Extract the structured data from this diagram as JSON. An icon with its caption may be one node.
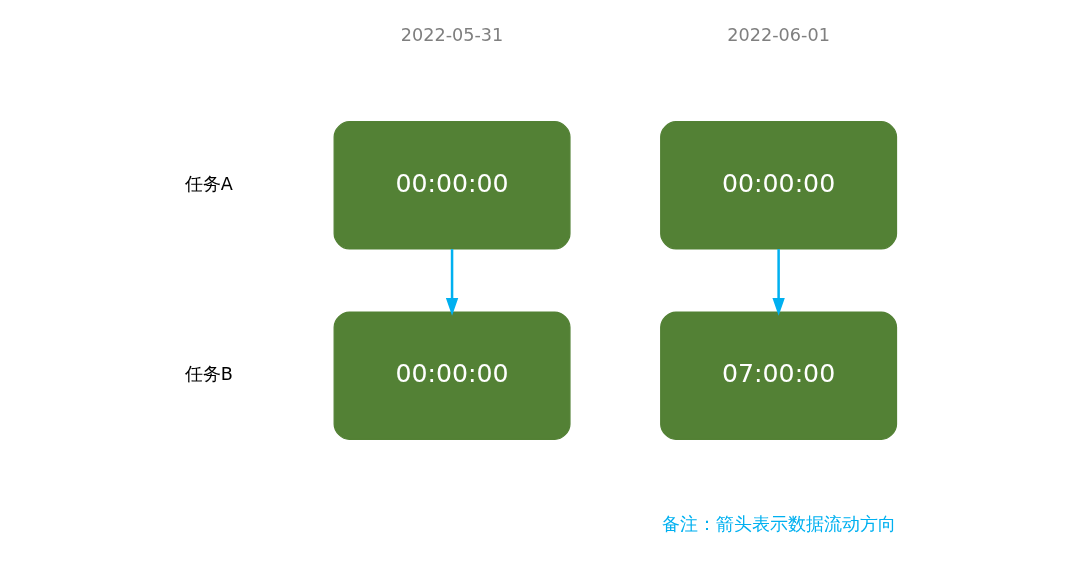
{
  "diagram": {
    "nodes": [
      {
        "text": [
          "00:00:00"
        ]
      },
      {
        "text": [
          "00:00:00"
        ]
      },
      {
        "text": [
          "00:00:00"
        ]
      },
      {
        "text": [
          "07:00:00"
        ]
      }
    ],
    "edges": [
      {
        "from": 0,
        "to": 2,
        "arrow": "to"
      },
      {
        "from": 1,
        "to": 3,
        "arrow": "to"
      }
    ],
    "labels": [
      "2022-05-31",
      "2022-06-01",
      "任务A",
      "任务B",
      "备注：箭头表示数据流动方向"
    ]
  }
}
